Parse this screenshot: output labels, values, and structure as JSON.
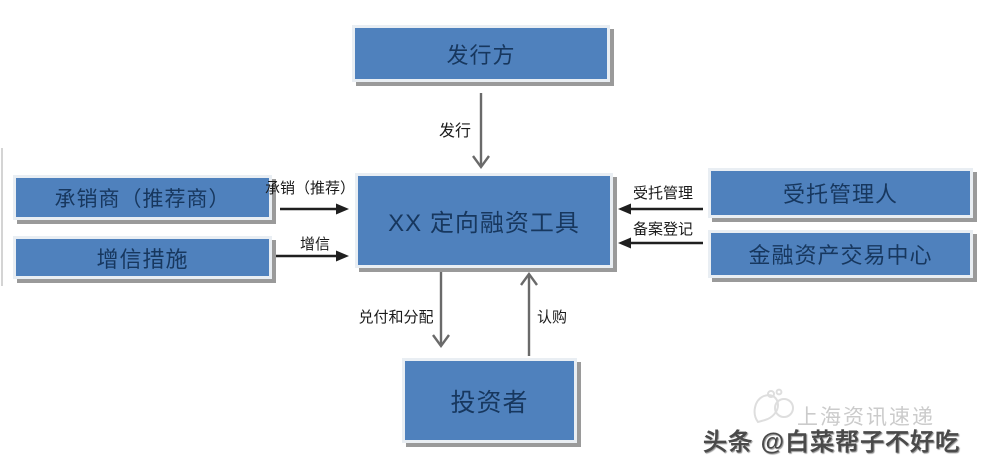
{
  "colors": {
    "box_fill": "#4f81bd",
    "box_border_light": "#e9eef3",
    "box_shadow_gray": "#9a9a9a",
    "box_text": "#17375e",
    "arrow_black": "#1f1f1f",
    "arrow_gray": "#6a6a6a",
    "label_text": "#1a1a1a",
    "watermark_light": "#cbcbcb",
    "watermark_dark": "#4a4a4a"
  },
  "diagram": {
    "nodes": [
      {
        "id": "issuer",
        "label": "发行方"
      },
      {
        "id": "financing-vehicle",
        "label": "XX 定向融资工具"
      },
      {
        "id": "underwriter",
        "label": "承销商（推荐商）"
      },
      {
        "id": "credit-enhancement",
        "label": "增信措施"
      },
      {
        "id": "trustee-manager",
        "label": "受托管理人"
      },
      {
        "id": "financial-asset-exchange",
        "label": "金融资产交易中心"
      },
      {
        "id": "investor",
        "label": "投资者"
      }
    ],
    "edges": [
      {
        "id": "issue",
        "label": "发行",
        "from": "issuer",
        "to": "financing-vehicle",
        "direction": "down"
      },
      {
        "id": "underwriting",
        "label": "承销（推荐）",
        "from": "underwriter",
        "to": "financing-vehicle",
        "direction": "right"
      },
      {
        "id": "credit",
        "label": "增信",
        "from": "credit-enhancement",
        "to": "financing-vehicle",
        "direction": "right"
      },
      {
        "id": "trusteeship",
        "label": "受托管理",
        "from": "trustee-manager",
        "to": "financing-vehicle",
        "direction": "left"
      },
      {
        "id": "registration",
        "label": "备案登记",
        "from": "financial-asset-exchange",
        "to": "financing-vehicle",
        "direction": "left"
      },
      {
        "id": "payout",
        "label": "兑付和分配",
        "from": "financing-vehicle",
        "to": "investor",
        "direction": "down"
      },
      {
        "id": "subscription",
        "label": "认购",
        "from": "investor",
        "to": "financing-vehicle",
        "direction": "up"
      }
    ]
  },
  "watermark": {
    "source_label": "上海资讯速递",
    "author_label": "头条 @白菜帮子不好吃",
    "logo": "doodle-ghost-icon"
  }
}
